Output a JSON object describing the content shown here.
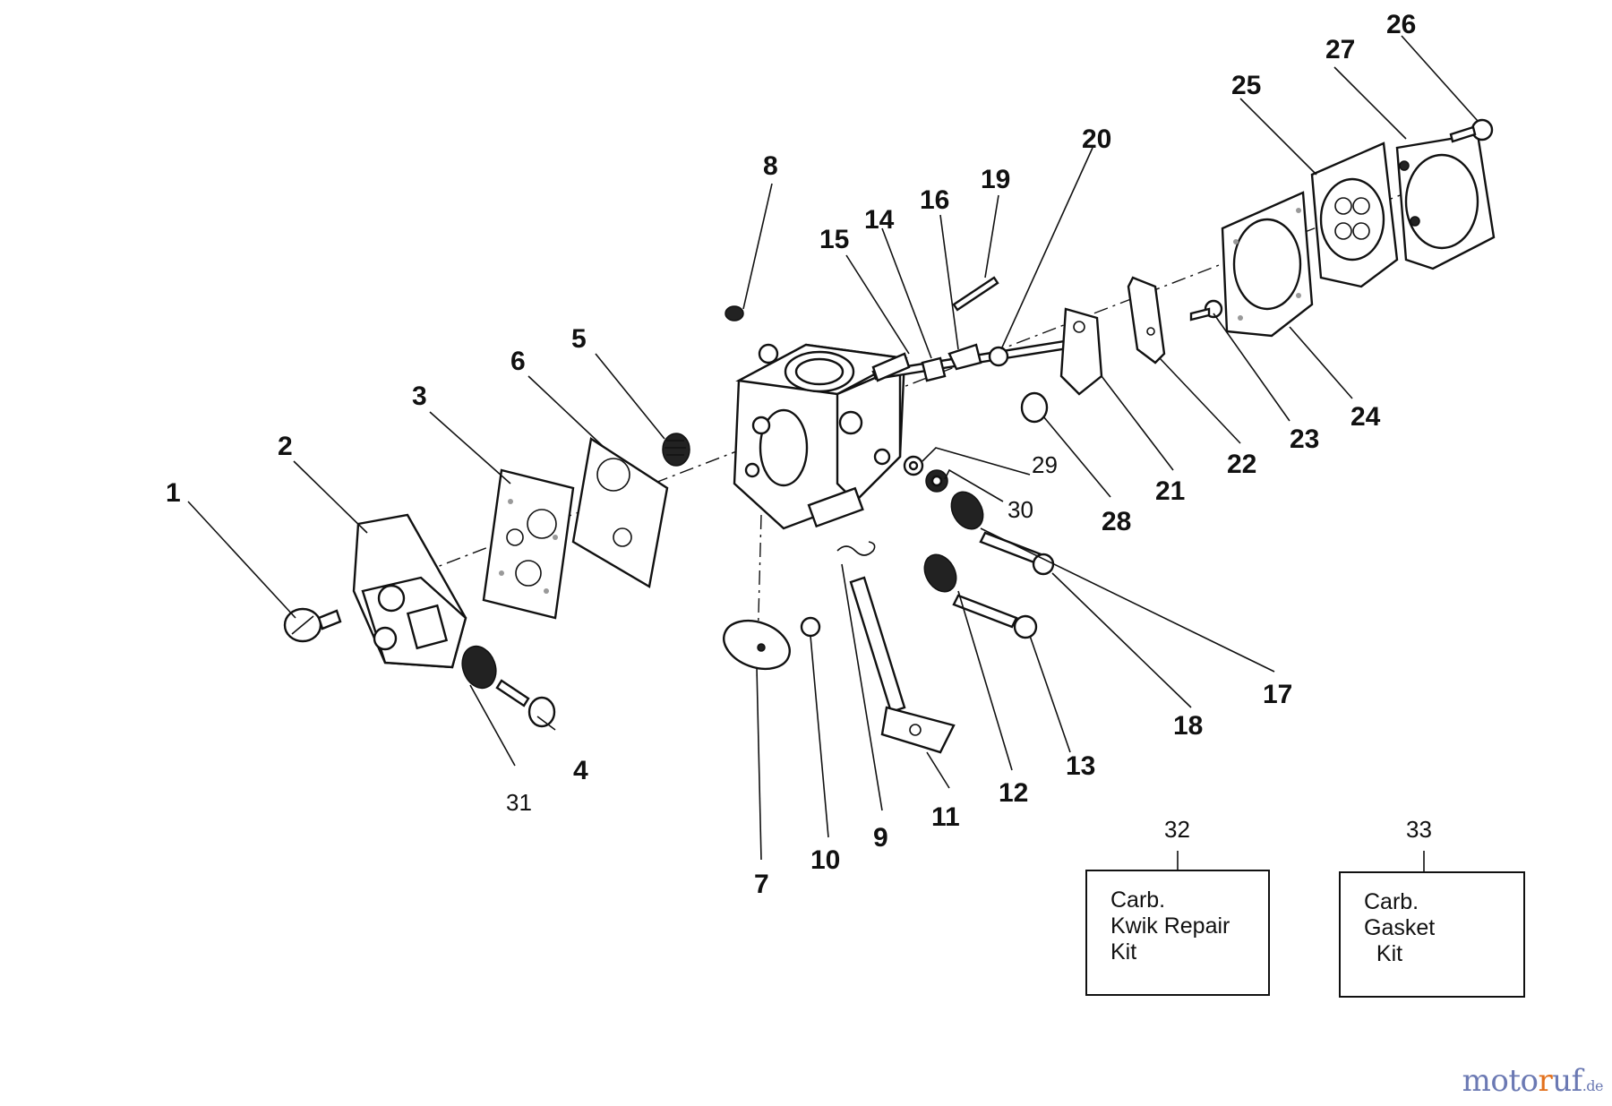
{
  "diagram": {
    "callouts": [
      "1",
      "2",
      "3",
      "4",
      "5",
      "6",
      "7",
      "8",
      "9",
      "10",
      "11",
      "12",
      "13",
      "14",
      "15",
      "16",
      "17",
      "18",
      "19",
      "20",
      "21",
      "22",
      "23",
      "24",
      "25",
      "26",
      "27",
      "28",
      "29",
      "30",
      "31",
      "32",
      "33"
    ]
  },
  "kits": [
    {
      "number": "32",
      "lines": [
        "Carb.",
        "Kwik Repair",
        "Kit"
      ]
    },
    {
      "number": "33",
      "lines": [
        "Carb.",
        "Gasket",
        "  Kit"
      ]
    }
  ],
  "watermark": {
    "part_a": "moto",
    "part_b": "r",
    "part_c": "uf",
    "tld": ".de"
  }
}
